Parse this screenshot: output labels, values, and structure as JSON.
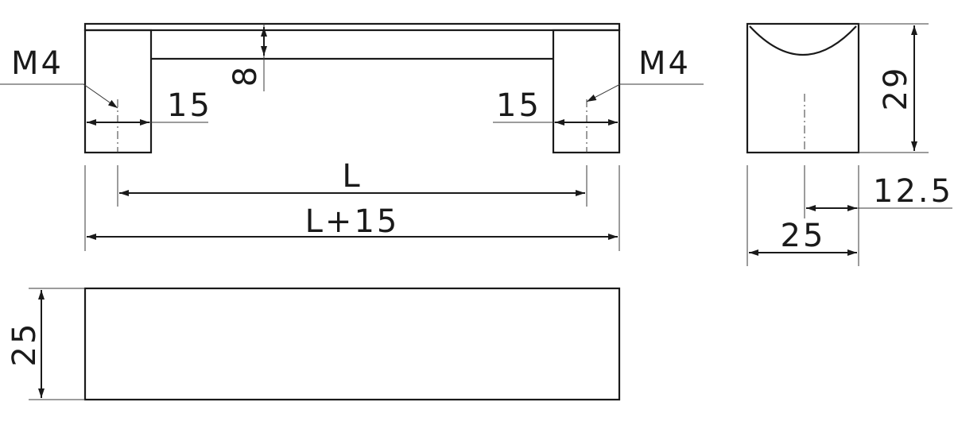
{
  "dimensions": {
    "thread_left": "M4",
    "thread_right": "M4",
    "offset_left": "15",
    "offset_right": "15",
    "bar_thickness": "8",
    "hole_spacing": "L",
    "overall_length": "L+15",
    "height": "29",
    "half_depth": "12.5",
    "depth": "25",
    "width": "25"
  }
}
